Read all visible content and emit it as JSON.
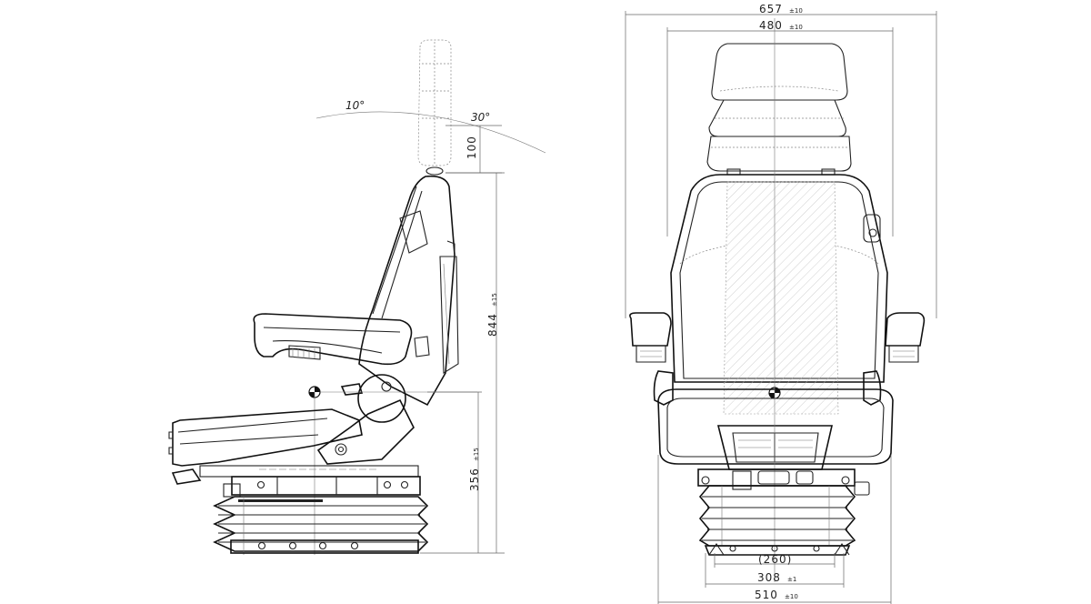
{
  "drawing": {
    "title": "Seat dimension drawing",
    "side_view": {
      "angle_forward": "10°",
      "angle_back": "30°",
      "headrest_travel": "100",
      "total_height": {
        "value": "844",
        "tolerance": "±15"
      },
      "seat_height": {
        "value": "356",
        "tolerance": "±15"
      }
    },
    "front_view": {
      "overall_width": {
        "value": "657",
        "tolerance": "±10"
      },
      "backrest_width": {
        "value": "480",
        "tolerance": "±10"
      },
      "mount_spacing": {
        "value": "(260)"
      },
      "base_width": {
        "value": "308",
        "tolerance": "±1"
      },
      "suspension_width": {
        "value": "510",
        "tolerance": "±10"
      }
    },
    "icons": {
      "center_of_gravity": "center-of-gravity-icon"
    },
    "colors": {
      "line": "#222222",
      "dimension": "#666666",
      "hatch": "#bbbbbb"
    }
  }
}
